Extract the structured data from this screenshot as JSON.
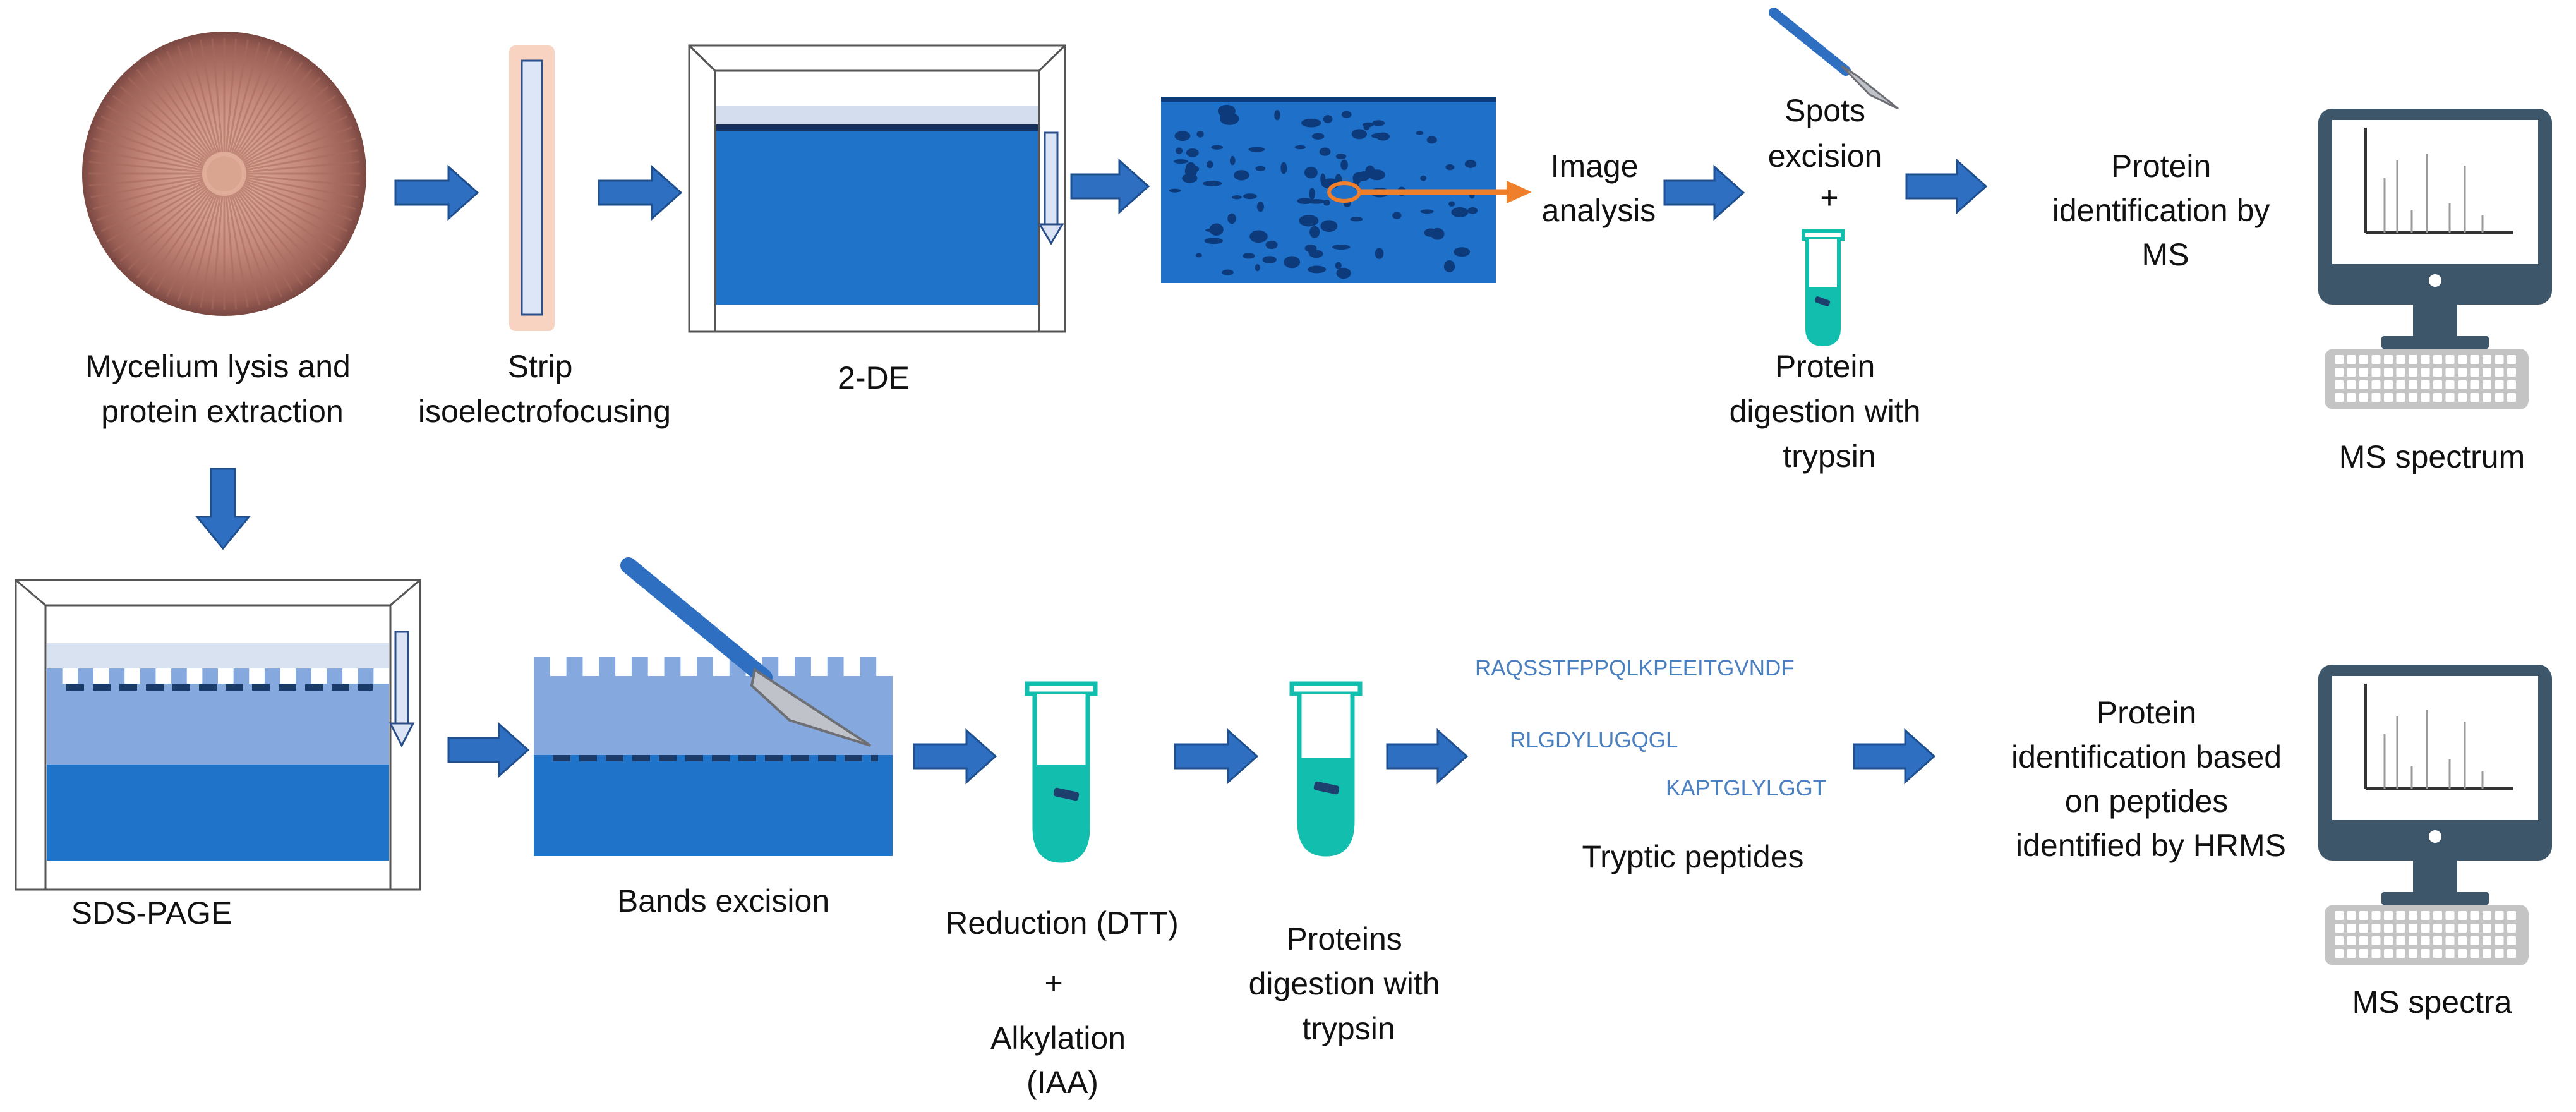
{
  "colors": {
    "arrow_fill": "#2e6fc1",
    "arrow_stroke": "#1f4f8f",
    "gel_dark": "#1f73c9",
    "gel_light": "#85a9de",
    "tube_teal": "#12bfae",
    "monitor_dark": "#3d5669",
    "peptide_text": "#4a7fc0",
    "hot_arrow": "#f07f2b"
  },
  "icons": [
    "mycelium-plate",
    "ipg-strip",
    "gel-box",
    "spot-gel",
    "scalpel",
    "test-tube",
    "computer-monitor",
    "keyboard"
  ],
  "top_row": {
    "mycelium": [
      "Mycelium lysis and",
      "protein extraction"
    ],
    "strip": [
      "Strip",
      "isoelectrofocusing"
    ],
    "two_de": [
      "2-DE"
    ],
    "image_analysis": [
      "Image",
      "analysis"
    ],
    "spots_excision": [
      "Spots",
      "excision",
      "+"
    ],
    "digestion": [
      "Protein",
      "digestion with",
      "trypsin"
    ],
    "identification": [
      "Protein",
      "identification by",
      "MS"
    ],
    "ms_spectrum": [
      "MS spectrum"
    ]
  },
  "bottom_row": {
    "sds_page": [
      "SDS-PAGE"
    ],
    "bands_excision": [
      "Bands excision"
    ],
    "reduction": [
      "Reduction (DTT)",
      "+",
      "Alkylation",
      "(IAA)"
    ],
    "digestion": [
      "Proteins",
      "digestion with",
      "trypsin"
    ],
    "peptides": [
      "RAQSSTFPPQLKPEEITGVNDF",
      "RLGDYLUGQGL",
      "KAPTGLYLGGT"
    ],
    "tryptic": [
      "Tryptic peptides"
    ],
    "identification": [
      "Protein",
      "identification based",
      "on peptides",
      "identified by HRMS"
    ],
    "ms_spectra": [
      "MS spectra"
    ]
  }
}
